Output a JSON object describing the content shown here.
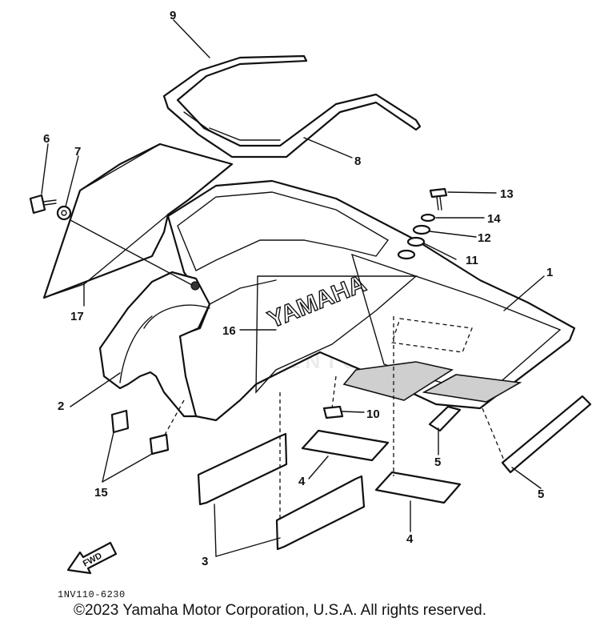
{
  "diagram": {
    "brand_decal": "YAMAHA",
    "fwd_marker": "FWD",
    "diagram_code": "1NV110-6230",
    "watermark": "LEADVENTURE",
    "copyright": "©2023 Yamaha Motor Corporation, U.S.A. All rights reserved.",
    "callouts": {
      "c1": "1",
      "c2": "2",
      "c3": "3",
      "c4a": "4",
      "c4b": "4",
      "c5a": "5",
      "c5b": "5",
      "c6": "6",
      "c7": "7",
      "c8": "8",
      "c9": "9",
      "c10": "10",
      "c11": "11",
      "c12": "12",
      "c13": "13",
      "c14": "14",
      "c15": "15",
      "c16": "16",
      "c17": "17"
    }
  }
}
